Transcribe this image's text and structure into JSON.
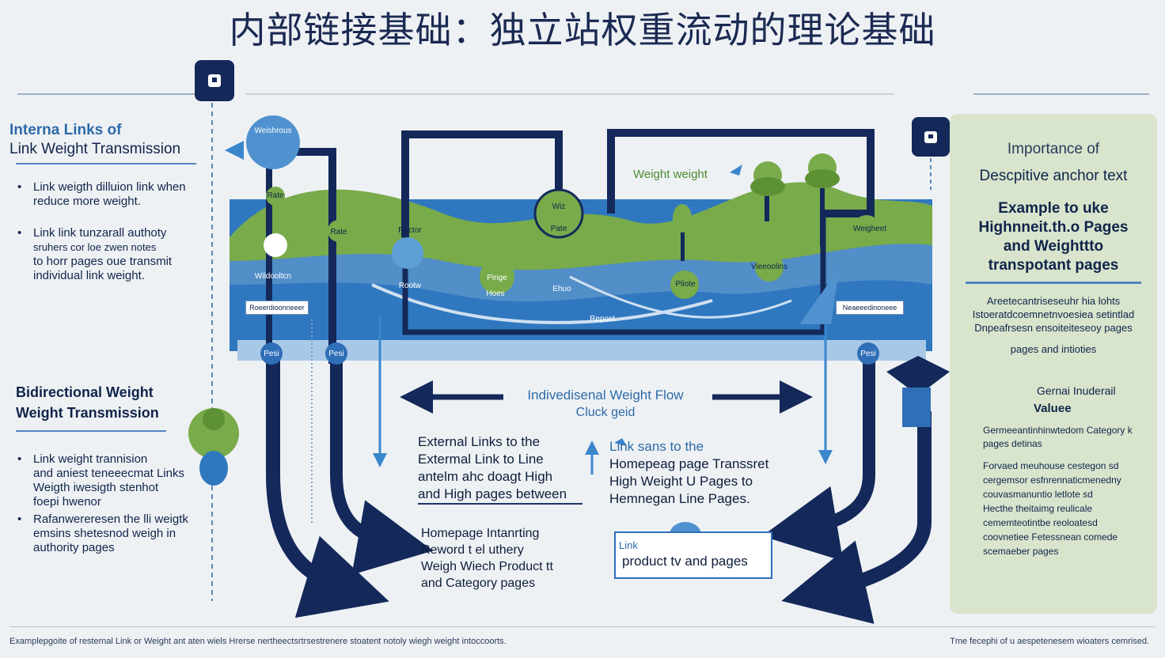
{
  "title": "内部链接基础：独立站权重流动的理论基础",
  "left": {
    "heading1_line1": "Interna Links of",
    "heading1_line2": "Link Weight Transmission",
    "bullets1": [
      [
        "Link weigth dilluion link when",
        "reduce more weight."
      ],
      [
        "Link link tunzarall authoty",
        "sruhers cor loe zwen notes",
        "to horr pages oue transmit",
        "individual link weight."
      ]
    ],
    "heading2_line1": "Bidirectional Weight",
    "heading2_line2": "Weight Transmission",
    "bullets2": [
      [
        "Link weight trannision",
        "and aniest teneeecmat Links",
        "Weigth iwesigth stenhot",
        "foepi hwenor"
      ],
      [
        "Rafanwereresen the lli weigtk",
        "emsins shetesnod weigh in",
        "authority pages"
      ]
    ]
  },
  "map": {
    "circle_label": "Weishrous",
    "weight_label": "Weight weight",
    "small_labels": [
      "Rate",
      "Rate",
      "Roctor",
      "Wiz",
      "Pate",
      "Wildooltcn",
      "Pinge",
      "Hoes",
      "Vieeoolins",
      "Repost",
      "Pliote",
      "Weigheet",
      "Rootw",
      "Ehuo"
    ],
    "box_left": "Roeerdioonneeer",
    "box_right": "Neaeeedinoneee",
    "pillars": [
      "Pesi",
      "Pesi",
      "Pesi"
    ]
  },
  "center": {
    "flow_title": "Indivedisenal Weight Flow",
    "flow_sub": "Cluck geid",
    "text_a": [
      "External Links to the",
      "Extermal Link to Line",
      "antelm ahc doagt High",
      "and High pages between"
    ],
    "text_b": [
      "Link sans to the",
      "Homepeag page Transsret",
      "High Weight U Pages to",
      "Hemnegan Line Pages."
    ],
    "text_c": [
      "Homepage Intanrting",
      "Reword t el uthery",
      "Weigh Wiech Product tt",
      "and Category pages"
    ],
    "box_small": "Link",
    "box_text": "product tv and pages"
  },
  "right": {
    "title1": "Importance of",
    "title2": "Descpitive anchor text",
    "example": [
      "Example to uke",
      "Highnneit.th.o Pages",
      "and Weighttto",
      "transpotant pages"
    ],
    "desc": [
      "Areetecantriseseuhr hia lohts",
      "Istoeratdcoemnetnvoesiea setintlad",
      "Dnpeafrsesn ensoiteiteseoy pages"
    ],
    "desc_last": "pages and intioties",
    "general1": "Gernai Inuderail",
    "general2": "Valuee",
    "para1": [
      "Germeeantinhinwtedom Category k",
      "pages detinas"
    ],
    "para2": [
      "Forvaed meuhouse cestegon sd",
      "cergemsor esfnrennaticmenedny",
      "couvasmanuntio letlote sd",
      "Hecthe theitaimg reulicale",
      "cememteotintbe reoloatesd",
      "coovnetiee Fetessnean comede",
      "scemaeber pages"
    ]
  },
  "footer": {
    "left": "Examplepgoite of resternal Link or Weight ant aten wiels Hrerse nertheectsrtrsestrenere stoatent notoly wiegh weight intoccoorts.",
    "right": "Tme fecephi of u aespetenesem wioaters cemrised."
  },
  "colors": {
    "navy": "#14295a",
    "blue": "#2f6fb8",
    "green": "#7ab04c",
    "panel": "#d8e4cc"
  }
}
